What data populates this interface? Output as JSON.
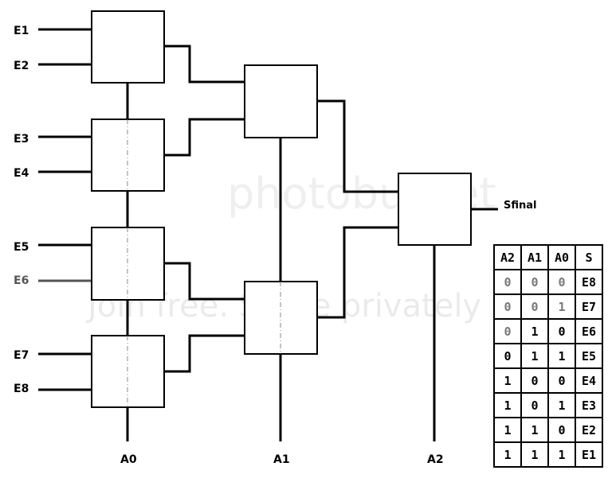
{
  "inputs": [
    "E1",
    "E2",
    "E3",
    "E4",
    "E5",
    "E6",
    "E7",
    "E8"
  ],
  "selects": [
    "A0",
    "A1",
    "A2"
  ],
  "output": "Sfinal",
  "watermark": {
    "line1": "photobucket",
    "line2": "Join free. Share privately"
  },
  "truth_table": {
    "headers": [
      "A2",
      "A1",
      "A0",
      "S"
    ],
    "rows": [
      [
        "0",
        "0",
        "0",
        "E8"
      ],
      [
        "0",
        "0",
        "1",
        "E7"
      ],
      [
        "0",
        "1",
        "0",
        "E6"
      ],
      [
        "0",
        "1",
        "1",
        "E5"
      ],
      [
        "1",
        "0",
        "0",
        "E4"
      ],
      [
        "1",
        "0",
        "1",
        "E3"
      ],
      [
        "1",
        "1",
        "0",
        "E2"
      ],
      [
        "1",
        "1",
        "1",
        "E1"
      ]
    ]
  }
}
